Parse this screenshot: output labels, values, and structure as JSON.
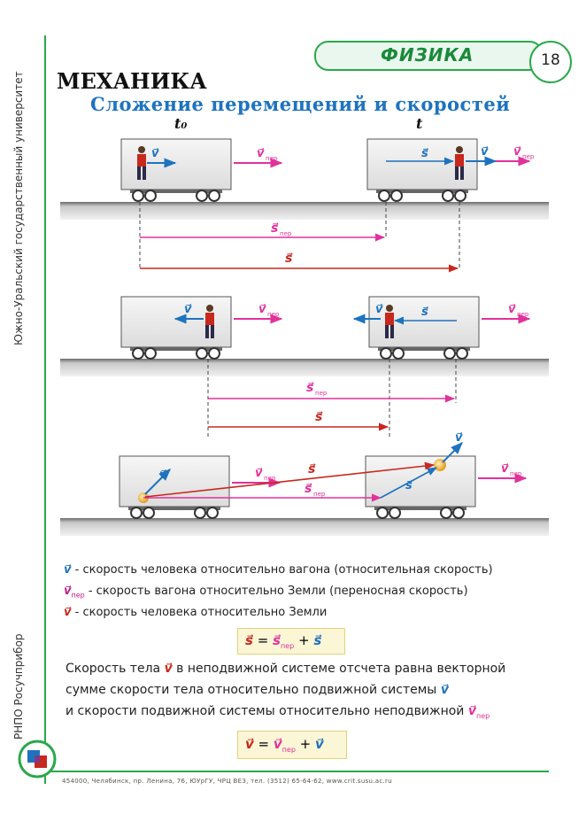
{
  "header": {
    "subject": "ФИЗИКА",
    "page_number": "18",
    "section": "МЕХАНИКА",
    "subtitle": "Сложение перемещений и скоростей"
  },
  "time_labels": {
    "t0": "t₀",
    "t": "t"
  },
  "vector_labels": {
    "v": "v⃗",
    "v_per": "v⃗",
    "v_per_sub": "пер",
    "s": "s⃗",
    "s_per": "s⃗",
    "s_per_sub": "пер"
  },
  "legend": {
    "line1_sym": "v⃗",
    "line1_text": " - скорость человека относительно вагона (относительная скорость)",
    "line2_sym": "v⃗",
    "line2_sub": "пер",
    "line2_text": " - скорость вагона относительно Земли (переносная скорость)",
    "line3_sym": "v⃗",
    "line3_text": " - скорость человека относительно Земли"
  },
  "formula1": {
    "lhs": "s⃗",
    "eq": " = ",
    "a": "s⃗",
    "a_sub": "пер",
    "plus": " + ",
    "b": "s⃗"
  },
  "paragraph": {
    "line1a": "Скорость тела ",
    "line1_sym": "v⃗",
    "line1b": " в неподвижной системе отсчета равна векторной",
    "line2a": "сумме скорости тела относительно подвижной системы ",
    "line2_sym": "v⃗",
    "line3a": "и скорости подвижной системы относительно неподвижной ",
    "line3_sym": "v⃗",
    "line3_sub": "пер"
  },
  "formula2": {
    "lhs": "v⃗",
    "eq": " = ",
    "a": "v⃗",
    "a_sub": "пер",
    "plus": " + ",
    "b": "v⃗"
  },
  "sidebar": {
    "org": "Южно-Уральский государственный университет",
    "publisher": "РНПО Росучприбор"
  },
  "footer": "454000, Челябинск, пр. Ленина, 76, ЮУрГУ, ЧРЦ ВЕЗ, тел. (3512) 65-64-62, www.crit.susu.ac.ru",
  "colors": {
    "green": "#2aa84a",
    "blue": "#1e73be",
    "pink": "#e0329b",
    "red": "#c8281e"
  }
}
